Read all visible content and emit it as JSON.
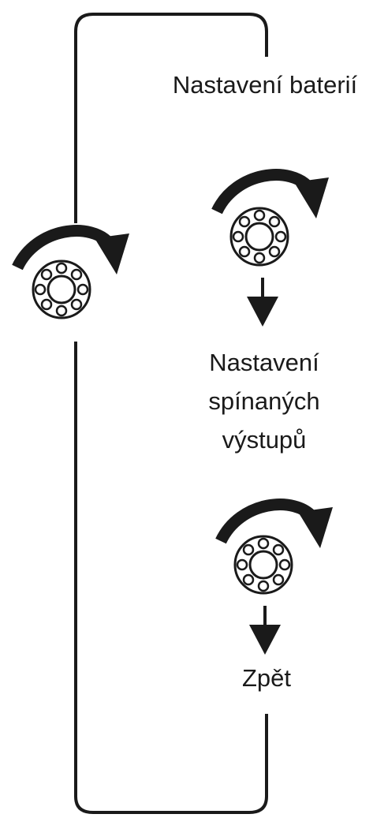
{
  "labels": {
    "battery_settings": "Nastavení baterií",
    "switched_outputs_line1": "Nastavení",
    "switched_outputs_line2": "spínaných",
    "switched_outputs_line3": "výstupů",
    "back": "Zpět"
  },
  "colors": {
    "stroke": "#1a1a1a",
    "background": "#ffffff"
  },
  "icons": [
    "rotary-knob-icon",
    "rotate-clockwise-arrow-icon",
    "down-arrow-icon"
  ]
}
